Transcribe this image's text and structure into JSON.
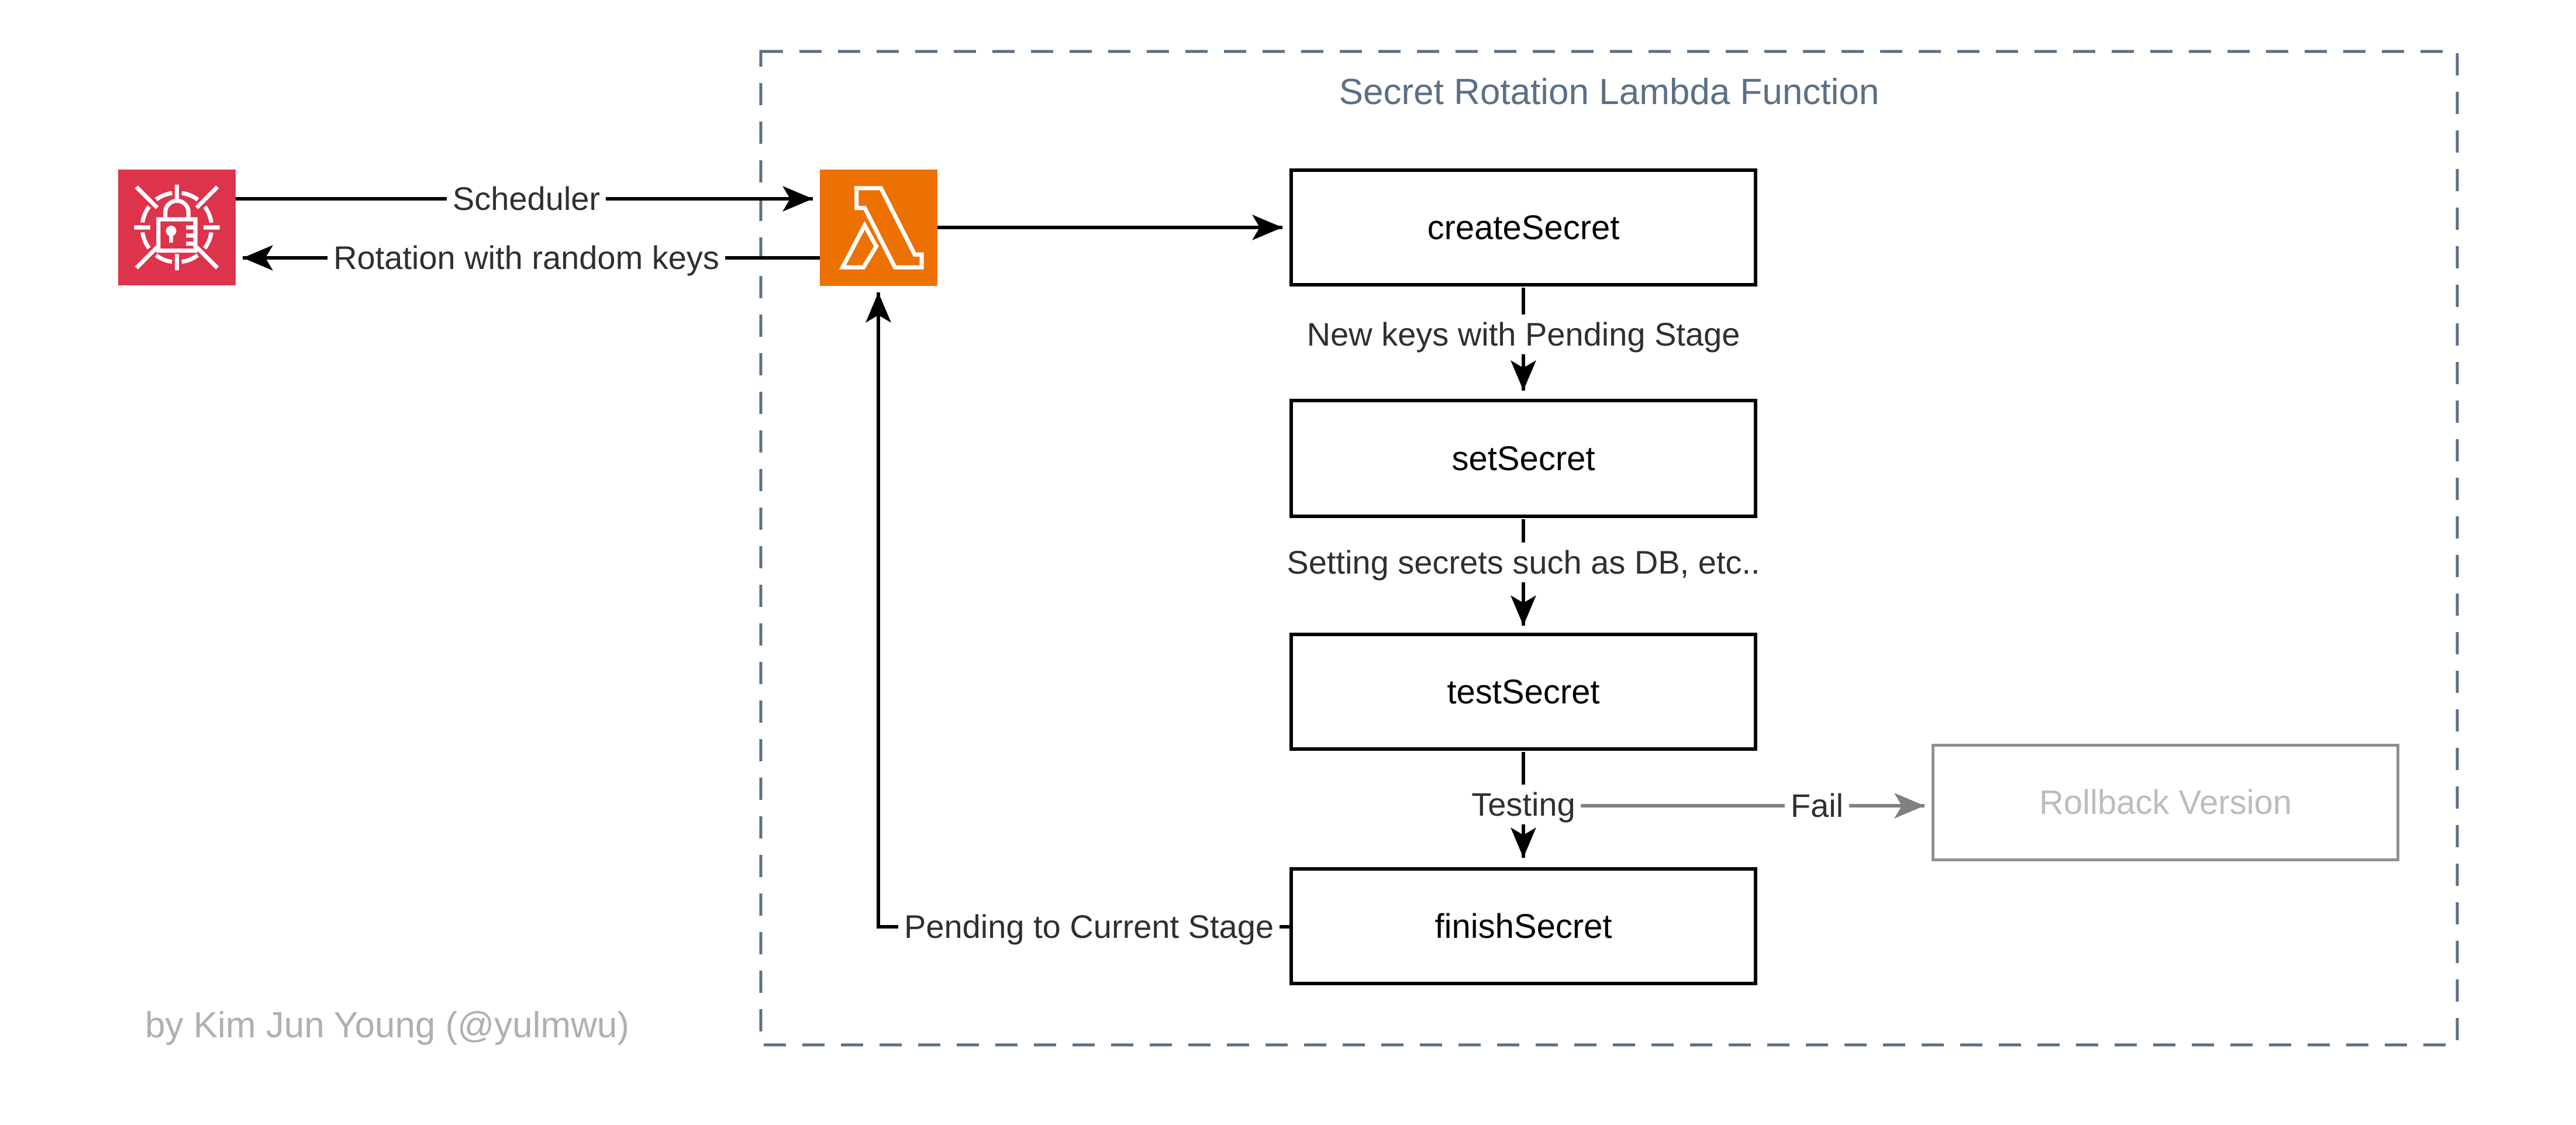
{
  "diagram": {
    "title": "Secret Rotation Lambda Function",
    "attribution": "by Kim Jun Young (@yulmwu)",
    "icons": {
      "secrets_manager": {
        "icon": "secrets-manager-lock-icon",
        "color": "#DD344C"
      },
      "lambda": {
        "icon": "lambda-icon",
        "color": "#ED7100"
      }
    },
    "steps": {
      "create": "createSecret",
      "set": "setSecret",
      "test": "testSecret",
      "finish": "finishSecret",
      "rollback": "Rollback Version"
    },
    "edge_labels": {
      "scheduler": "Scheduler",
      "rotation": "Rotation with random keys",
      "new_keys": "New keys with Pending Stage",
      "setting": "Setting secrets such as DB, etc..",
      "testing": "Testing",
      "fail": "Fail",
      "pending": "Pending to Current Stage"
    },
    "colors": {
      "secrets_manager_red": "#DD344C",
      "lambda_orange": "#ED7100",
      "group_border": "#5B7086",
      "title_text": "#5B7086",
      "arrow_black": "#000000",
      "fail_arrow_gray": "#808080",
      "rollback_border": "#909090",
      "rollback_text": "#BDBDBD",
      "label_text": "#2F2F2F",
      "attribution_text": "#B0B0B0"
    }
  }
}
